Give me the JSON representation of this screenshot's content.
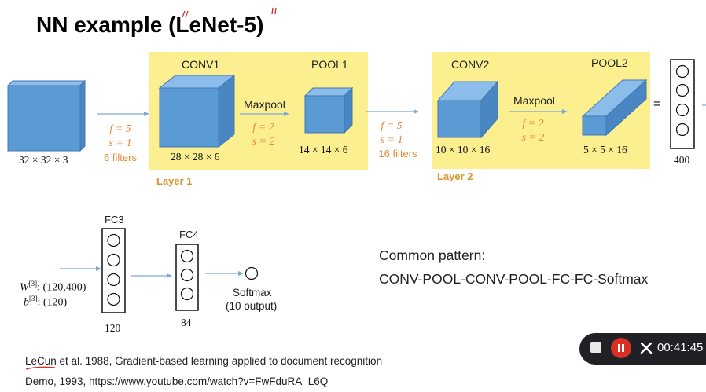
{
  "title": "NN example (LeNet-5)",
  "layers": {
    "input": {
      "dim": "32 × 32 × 3"
    },
    "conv1": {
      "label": "CONV1",
      "dim": "28 × 28 × 6"
    },
    "pool1": {
      "label": "POOL1",
      "dim": "14 × 14 × 6",
      "op": "Maxpool"
    },
    "conv2": {
      "label": "CONV2",
      "dim": "10 × 10 × 16"
    },
    "pool2": {
      "label": "POOL2",
      "dim": "5 × 5 × 16",
      "op": "Maxpool"
    },
    "flat": {
      "dim": "400",
      "eq": "="
    }
  },
  "params": {
    "c1_f": "f = 5",
    "c1_s": "s = 1",
    "c1_filters": "6 filters",
    "p1_f": "f = 2",
    "p1_s": "s = 2",
    "c2_f": "f = 5",
    "c2_s": "s = 1",
    "c2_filters": "16 filters",
    "p2_f": "f = 2",
    "p2_s": "s = 2"
  },
  "layer_labels": {
    "layer1": "Layer 1",
    "layer2": "Layer 2"
  },
  "fc": {
    "fc3_label": "FC3",
    "fc3_dim": "120",
    "fc4_label": "FC4",
    "fc4_dim": "84",
    "w_label": "W",
    "w_sup": "[3]",
    "w_val": ": (120,400)",
    "b_label": "b",
    "b_sup": "[3]",
    "b_val": ": (120)",
    "softmax_label": "Softmax",
    "softmax_sub": "(10 output)"
  },
  "pattern": {
    "heading": "Common pattern:",
    "text": "CONV-POOL-CONV-POOL-FC-FC-Softmax"
  },
  "references": {
    "ref1_author": "LeCun",
    "ref1_rest": " et al. 1988, Gradient-based learning applied to document recognition",
    "ref2": "Demo, 1993, https://www.youtube.com/watch?v=FwFduRA_L6Q"
  },
  "recorder": {
    "time": "00:41:45"
  },
  "colors": {
    "cube_front": "#5b9bd5",
    "cube_top": "#8bbcea",
    "cube_side": "#4a86c2",
    "layer_bg": "#fbef8f",
    "param_orange": "#e8893a",
    "annot_red": "#d0312d",
    "rec_bar": "#202124",
    "rec_red": "#d93025"
  }
}
